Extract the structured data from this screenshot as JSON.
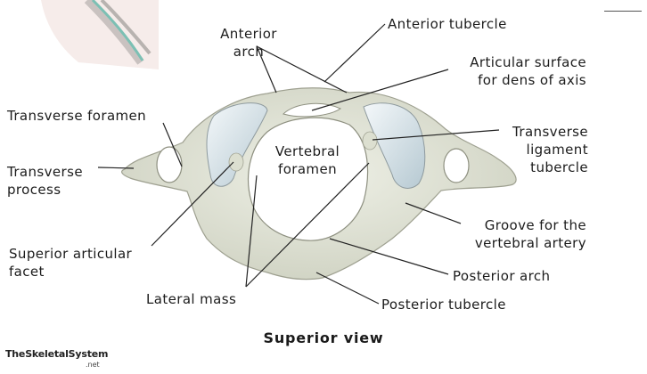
{
  "labels": {
    "anterior_tubercle": "Anterior tubercle",
    "anterior_arch": [
      "Anterior",
      "arch"
    ],
    "articular_surface": [
      "Articular surface",
      "for dens of axis"
    ],
    "transverse_foramen": "Transverse foramen",
    "transverse_process": [
      "Transverse",
      "process"
    ],
    "vertebral_foramen": [
      "Vertebral",
      "foramen"
    ],
    "transverse_ligament_tubercle": [
      "Transverse",
      "ligament",
      "tubercle"
    ],
    "superior_articular_facet": [
      "Superior articular",
      "facet"
    ],
    "groove_vertebral_artery": [
      "Groove for the",
      "vertebral artery"
    ],
    "posterior_arch": "Posterior arch",
    "lateral_mass": "Lateral mass",
    "posterior_tubercle": "Posterior tubercle"
  },
  "caption": "Superior view",
  "logo": {
    "name": "TheSkeletalSystem",
    "suffix": ".net"
  },
  "colors": {
    "bone": "#e3e5d8",
    "bone_edge": "#9ea090",
    "facet": "#cfdde4",
    "leader": "#222222",
    "thumbnail_spine": "#7cc0b4"
  }
}
